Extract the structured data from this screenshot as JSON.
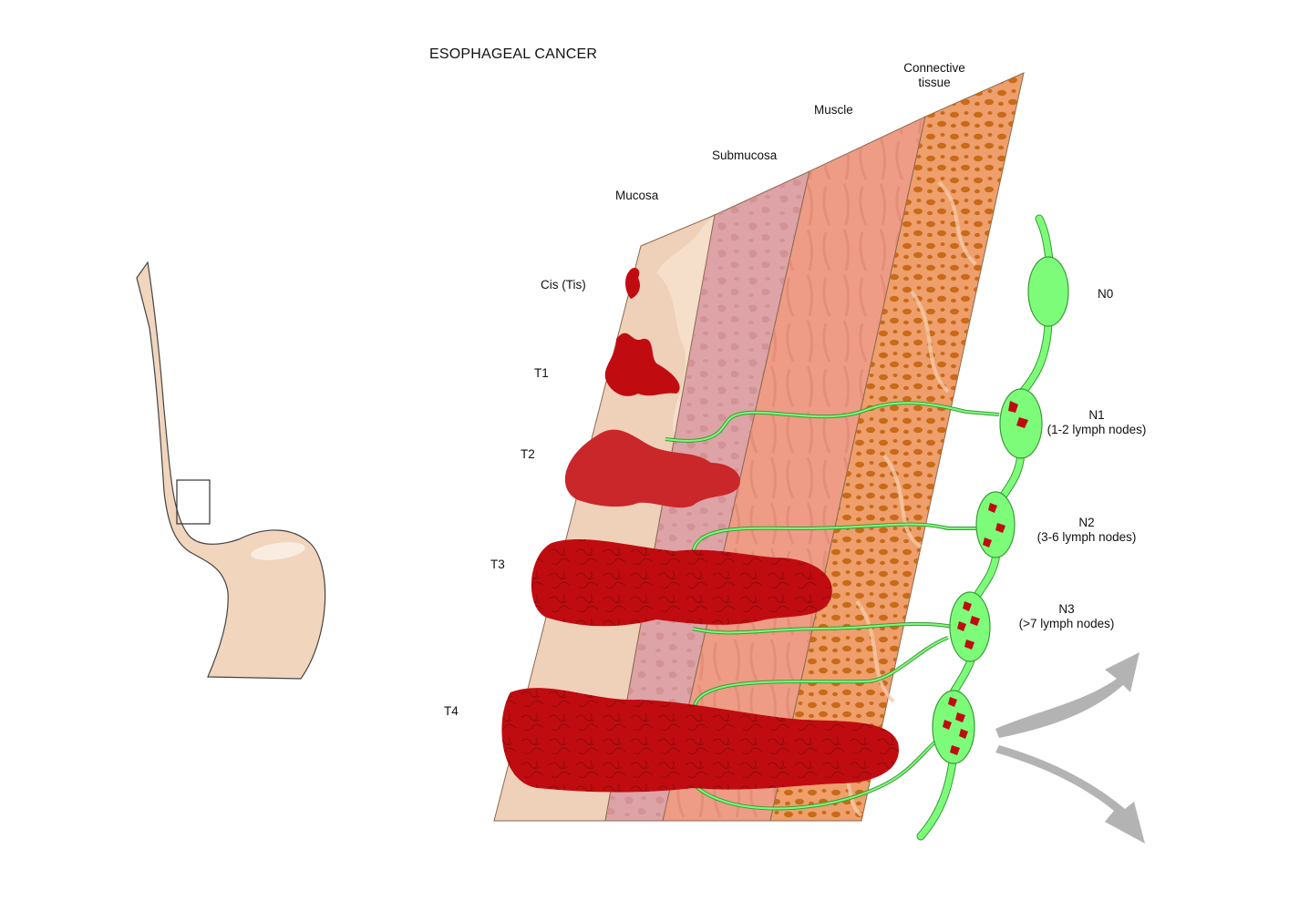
{
  "title": "ESOPHAGEAL CANCER",
  "layers": {
    "mucosa": "Mucosa",
    "submucosa": "Submucosa",
    "muscle": "Muscle",
    "connective_1": "Connective",
    "connective_2": "tissue"
  },
  "stages": {
    "cis": "Cis (Tis)",
    "t1": "T1",
    "t2": "T2",
    "t3": "T3",
    "t4": "T4"
  },
  "nodes": {
    "n0": "N0",
    "n1": "N1",
    "n1_sub": "(1-2 lymph nodes)",
    "n2": "N2",
    "n2_sub": "(3-6 lymph nodes)",
    "n3": "N3",
    "n3_sub": "(>7 lymph nodes)"
  },
  "colors": {
    "mucosa": "#efd0b8",
    "submucosa": "#dea3a6",
    "muscle": "#ee9c86",
    "connective": "#ef9f6c",
    "tumor": "#c00c10",
    "lymph": "#7dfc7a",
    "lymph_stroke": "#3a9a38",
    "arrow": "#b3b3b3",
    "organ": "#f1d5bd"
  }
}
